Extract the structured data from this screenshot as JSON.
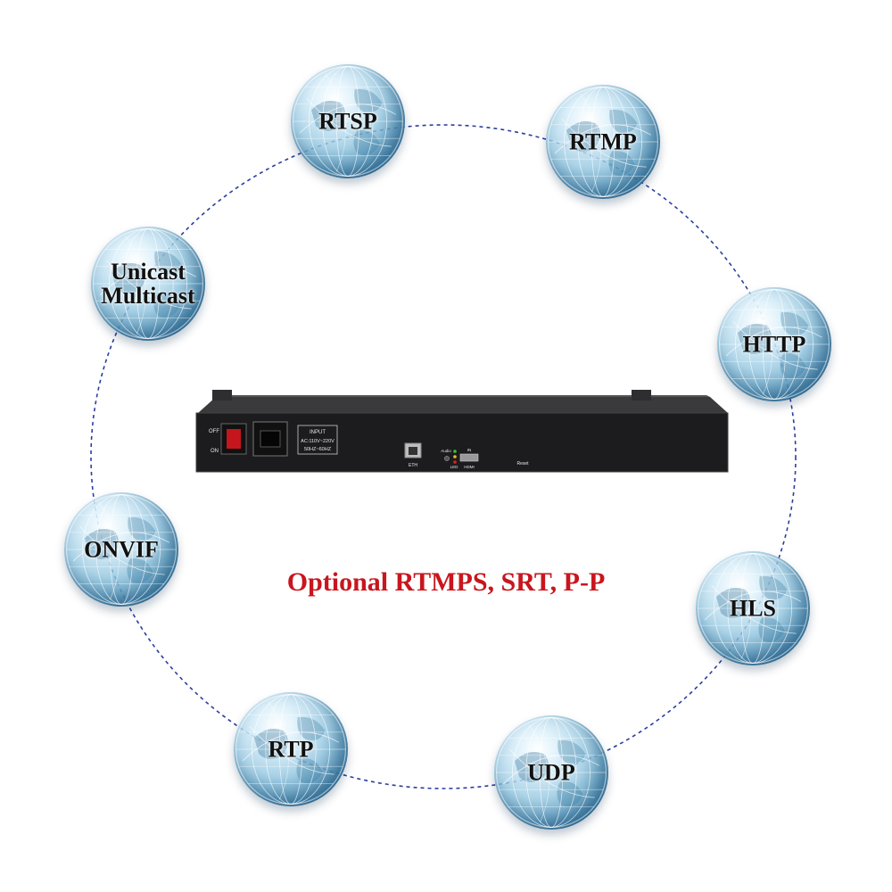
{
  "protocols": [
    {
      "id": "rtsp",
      "label": "RTSP"
    },
    {
      "id": "rtmp",
      "label": "RTMP"
    },
    {
      "id": "unicast",
      "label": "Unicast\nMulticast"
    },
    {
      "id": "http",
      "label": "HTTP"
    },
    {
      "id": "onvif",
      "label": "ONVIF"
    },
    {
      "id": "hls",
      "label": "HLS"
    },
    {
      "id": "rtp",
      "label": "RTP"
    },
    {
      "id": "udp",
      "label": "UDP"
    }
  ],
  "caption": "Optional RTMPS, SRT, P-P",
  "device": {
    "switch_off": "OFF",
    "switch_on": "ON",
    "input_title": "INPUT",
    "input_voltage": "AC:110V~220V",
    "input_freq": "50HZ~60HZ",
    "eth": "ETH",
    "audio": "Audio",
    "led": "LED",
    "hdmi_in": "IN",
    "hdmi": "HDMI",
    "reset": "Reset"
  },
  "colors": {
    "caption": "#c8161d",
    "ring": "#2b3e9e",
    "device_body": "#1c1c1e"
  }
}
